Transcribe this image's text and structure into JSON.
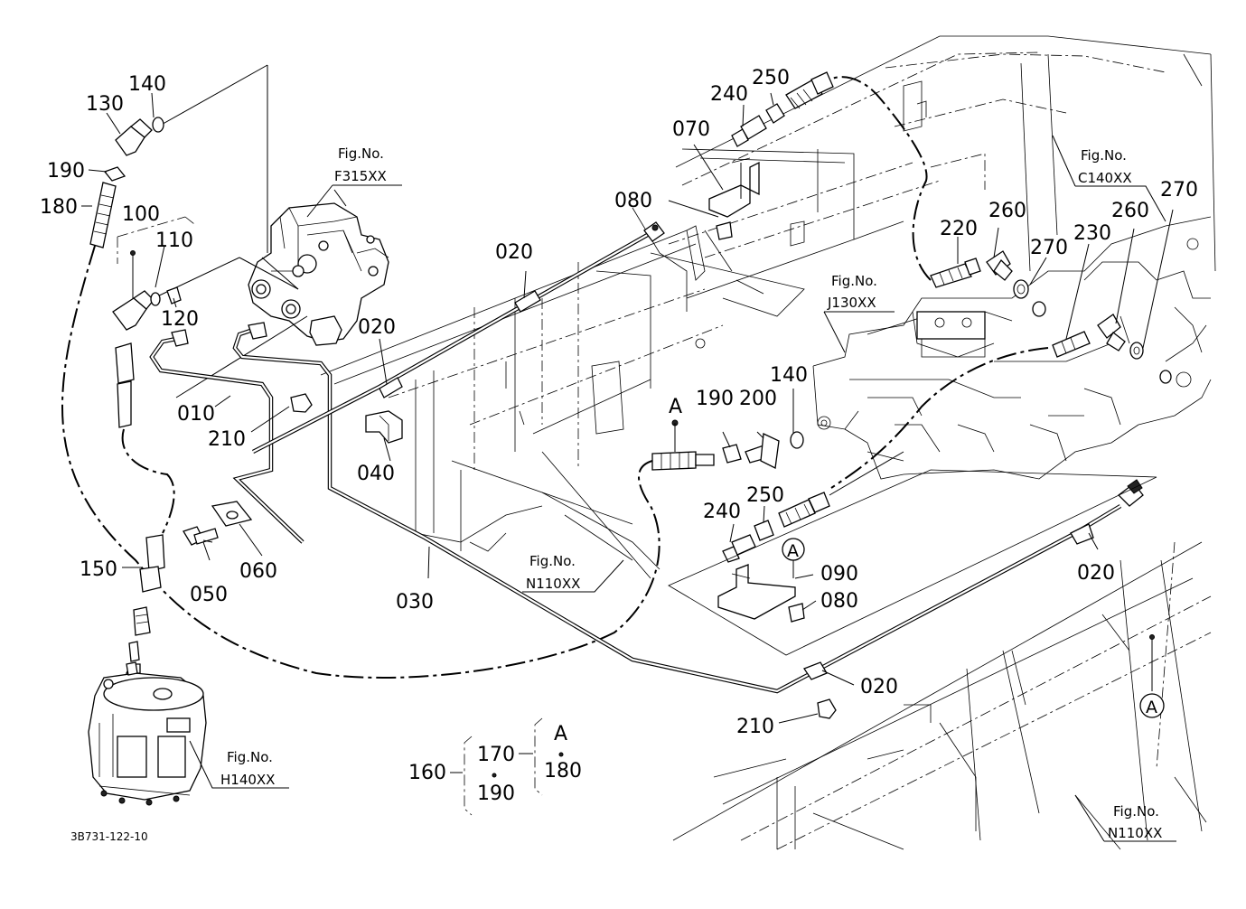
{
  "drawing": {
    "code": "3B731-122-10"
  },
  "labels": {
    "p140_top": "140",
    "p130": "130",
    "p190_top": "190",
    "p180_top": "180",
    "p100": "100",
    "p110": "110",
    "p120": "120",
    "p010": "010",
    "p210_left": "210",
    "p150": "150",
    "p050": "050",
    "p060": "060",
    "p040": "040",
    "p030": "030",
    "p020_a": "020",
    "p020_b": "020",
    "p020_c": "020",
    "p020_d": "020",
    "p070": "070",
    "p080_top": "080",
    "p240_top": "240",
    "p250_top": "250",
    "p220": "220",
    "p260_a": "260",
    "p260_b": "260",
    "p270_a": "270",
    "p270_b": "270",
    "p230": "230",
    "pA_callout": "A",
    "p190_mid": "190",
    "p200": "200",
    "p140_mid": "140",
    "p240_bot": "240",
    "p250_bot": "250",
    "pA_circle": "A",
    "p090": "090",
    "p080_bot": "080",
    "p210_bot": "210",
    "pA_circle_right": "A"
  },
  "kit": {
    "p160": "160",
    "p170": "170",
    "p190": "190",
    "pA": "A",
    "p180": "180"
  },
  "figrefs": {
    "f315": {
      "line1": "Fig.No.",
      "line2": "F315XX"
    },
    "c140": {
      "line1": "Fig.No.",
      "line2": "C140XX"
    },
    "j130": {
      "line1": "Fig.No.",
      "line2": "J130XX"
    },
    "n110_mid": {
      "line1": "Fig.No.",
      "line2": "N110XX"
    },
    "h140": {
      "line1": "Fig.No.",
      "line2": "H140XX"
    },
    "n110_bot": {
      "line1": "Fig.No.",
      "line2": "N110XX"
    }
  }
}
